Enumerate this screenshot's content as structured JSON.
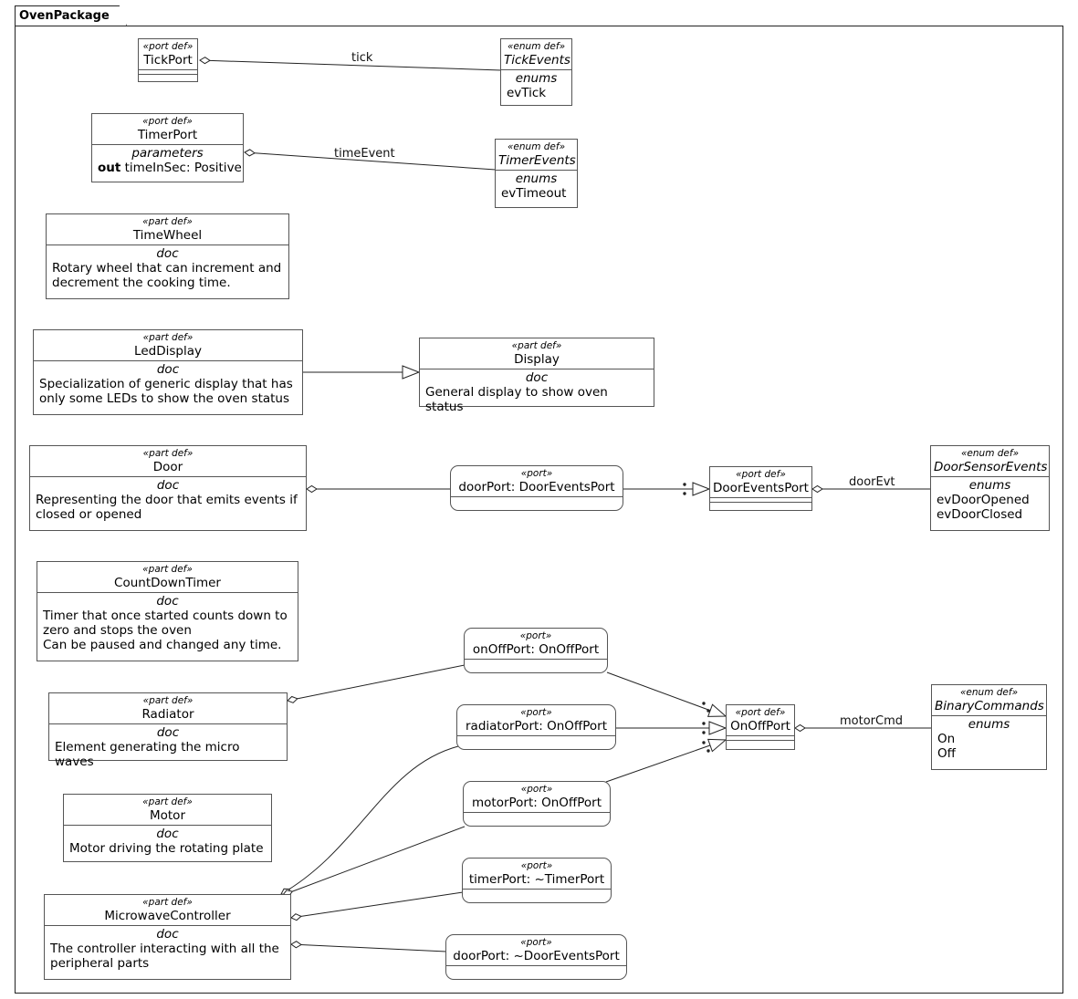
{
  "package": {
    "name": "OvenPackage"
  },
  "stereotypes": {
    "port_def": "«port  def»",
    "enum_def": "«enum  def»",
    "part_def": "«part  def»",
    "port": "«port»"
  },
  "compartments": {
    "enums": "enums",
    "parameters": "parameters",
    "doc": "doc"
  },
  "elements": {
    "tickPort": {
      "name": "TickPort"
    },
    "tickEvents": {
      "name": "TickEvents",
      "enums": [
        "evTick"
      ]
    },
    "timerPort": {
      "name": "TimerPort",
      "param_dir": "out",
      "param": "timeInSec: Positive"
    },
    "timerEvents": {
      "name": "TimerEvents",
      "enums": [
        "evTimeout"
      ]
    },
    "timeWheel": {
      "name": "TimeWheel",
      "doc": "Rotary wheel that can increment and\ndecrement the cooking time."
    },
    "ledDisplay": {
      "name": "LedDisplay",
      "doc": "Specialization of generic display that has\nonly some LEDs to show the oven status"
    },
    "display": {
      "name": "Display",
      "doc": "General display to show oven status"
    },
    "door": {
      "name": "Door",
      "doc": "Representing the door that emits events if\nclosed or opened"
    },
    "doorPortUsage": {
      "name": "doorPort: DoorEventsPort"
    },
    "doorEventsPort": {
      "name": "DoorEventsPort"
    },
    "doorSensorEvents": {
      "name": "DoorSensorEvents",
      "enums": [
        "evDoorOpened",
        "evDoorClosed"
      ]
    },
    "countDownTimer": {
      "name": "CountDownTimer",
      "doc": "Timer that once started counts down to\nzero and stops the oven\nCan be paused and changed any time."
    },
    "onOffPortUsage": {
      "name": "onOffPort: OnOffPort"
    },
    "radiator": {
      "name": "Radiator",
      "doc": "Element generating the micro waves"
    },
    "radiatorPortUsage": {
      "name": "radiatorPort: OnOffPort"
    },
    "onOffPort": {
      "name": "OnOffPort"
    },
    "binaryCommands": {
      "name": "BinaryCommands",
      "enums": [
        "On",
        "Off"
      ]
    },
    "motor": {
      "name": "Motor",
      "doc": "Motor driving the rotating plate"
    },
    "motorPortUsage": {
      "name": "motorPort: OnOffPort"
    },
    "timerPortUsage": {
      "name": "timerPort: ~TimerPort"
    },
    "microwaveController": {
      "name": "MicrowaveController",
      "doc": "The controller interacting with all the\nperipheral parts"
    },
    "doorPortConj": {
      "name": "doorPort: ~DoorEventsPort"
    }
  },
  "edge_labels": {
    "tick": "tick",
    "timeEvent": "timeEvent",
    "doorEvt": "doorEvt",
    "motorCmd": "motorCmd"
  }
}
